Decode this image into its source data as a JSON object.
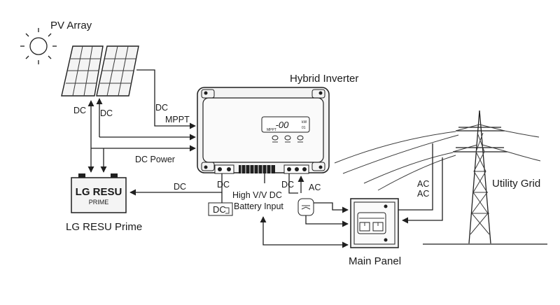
{
  "labels": {
    "pv_array": "PV Array",
    "hybrid_inverter": "Hybrid Inverter",
    "utility_grid": "Utility Grid",
    "main_panel": "Main Panel",
    "battery_name": "LG RESU Prime",
    "battery_brand": "LG RESU",
    "battery_model": "PRIME",
    "dc_left": "DC",
    "dc_right": "DC",
    "dc_mppt_1": "DC",
    "dc_mppt_2": "MPPT",
    "dc_power": "DC Power",
    "dc_battery": "DC",
    "dc_terminal": "DC",
    "dc_box": "DC",
    "dc_out": "DC",
    "ac_inverter": "AC",
    "ac_grid_1": "AC",
    "ac_grid_2": "AC",
    "hv_line_1": "High V/V DC",
    "hv_line_2": "Battery Input",
    "display_value": "-00",
    "display_unit": "kW",
    "display_tag": "MPPT",
    "display_sub": "01"
  }
}
